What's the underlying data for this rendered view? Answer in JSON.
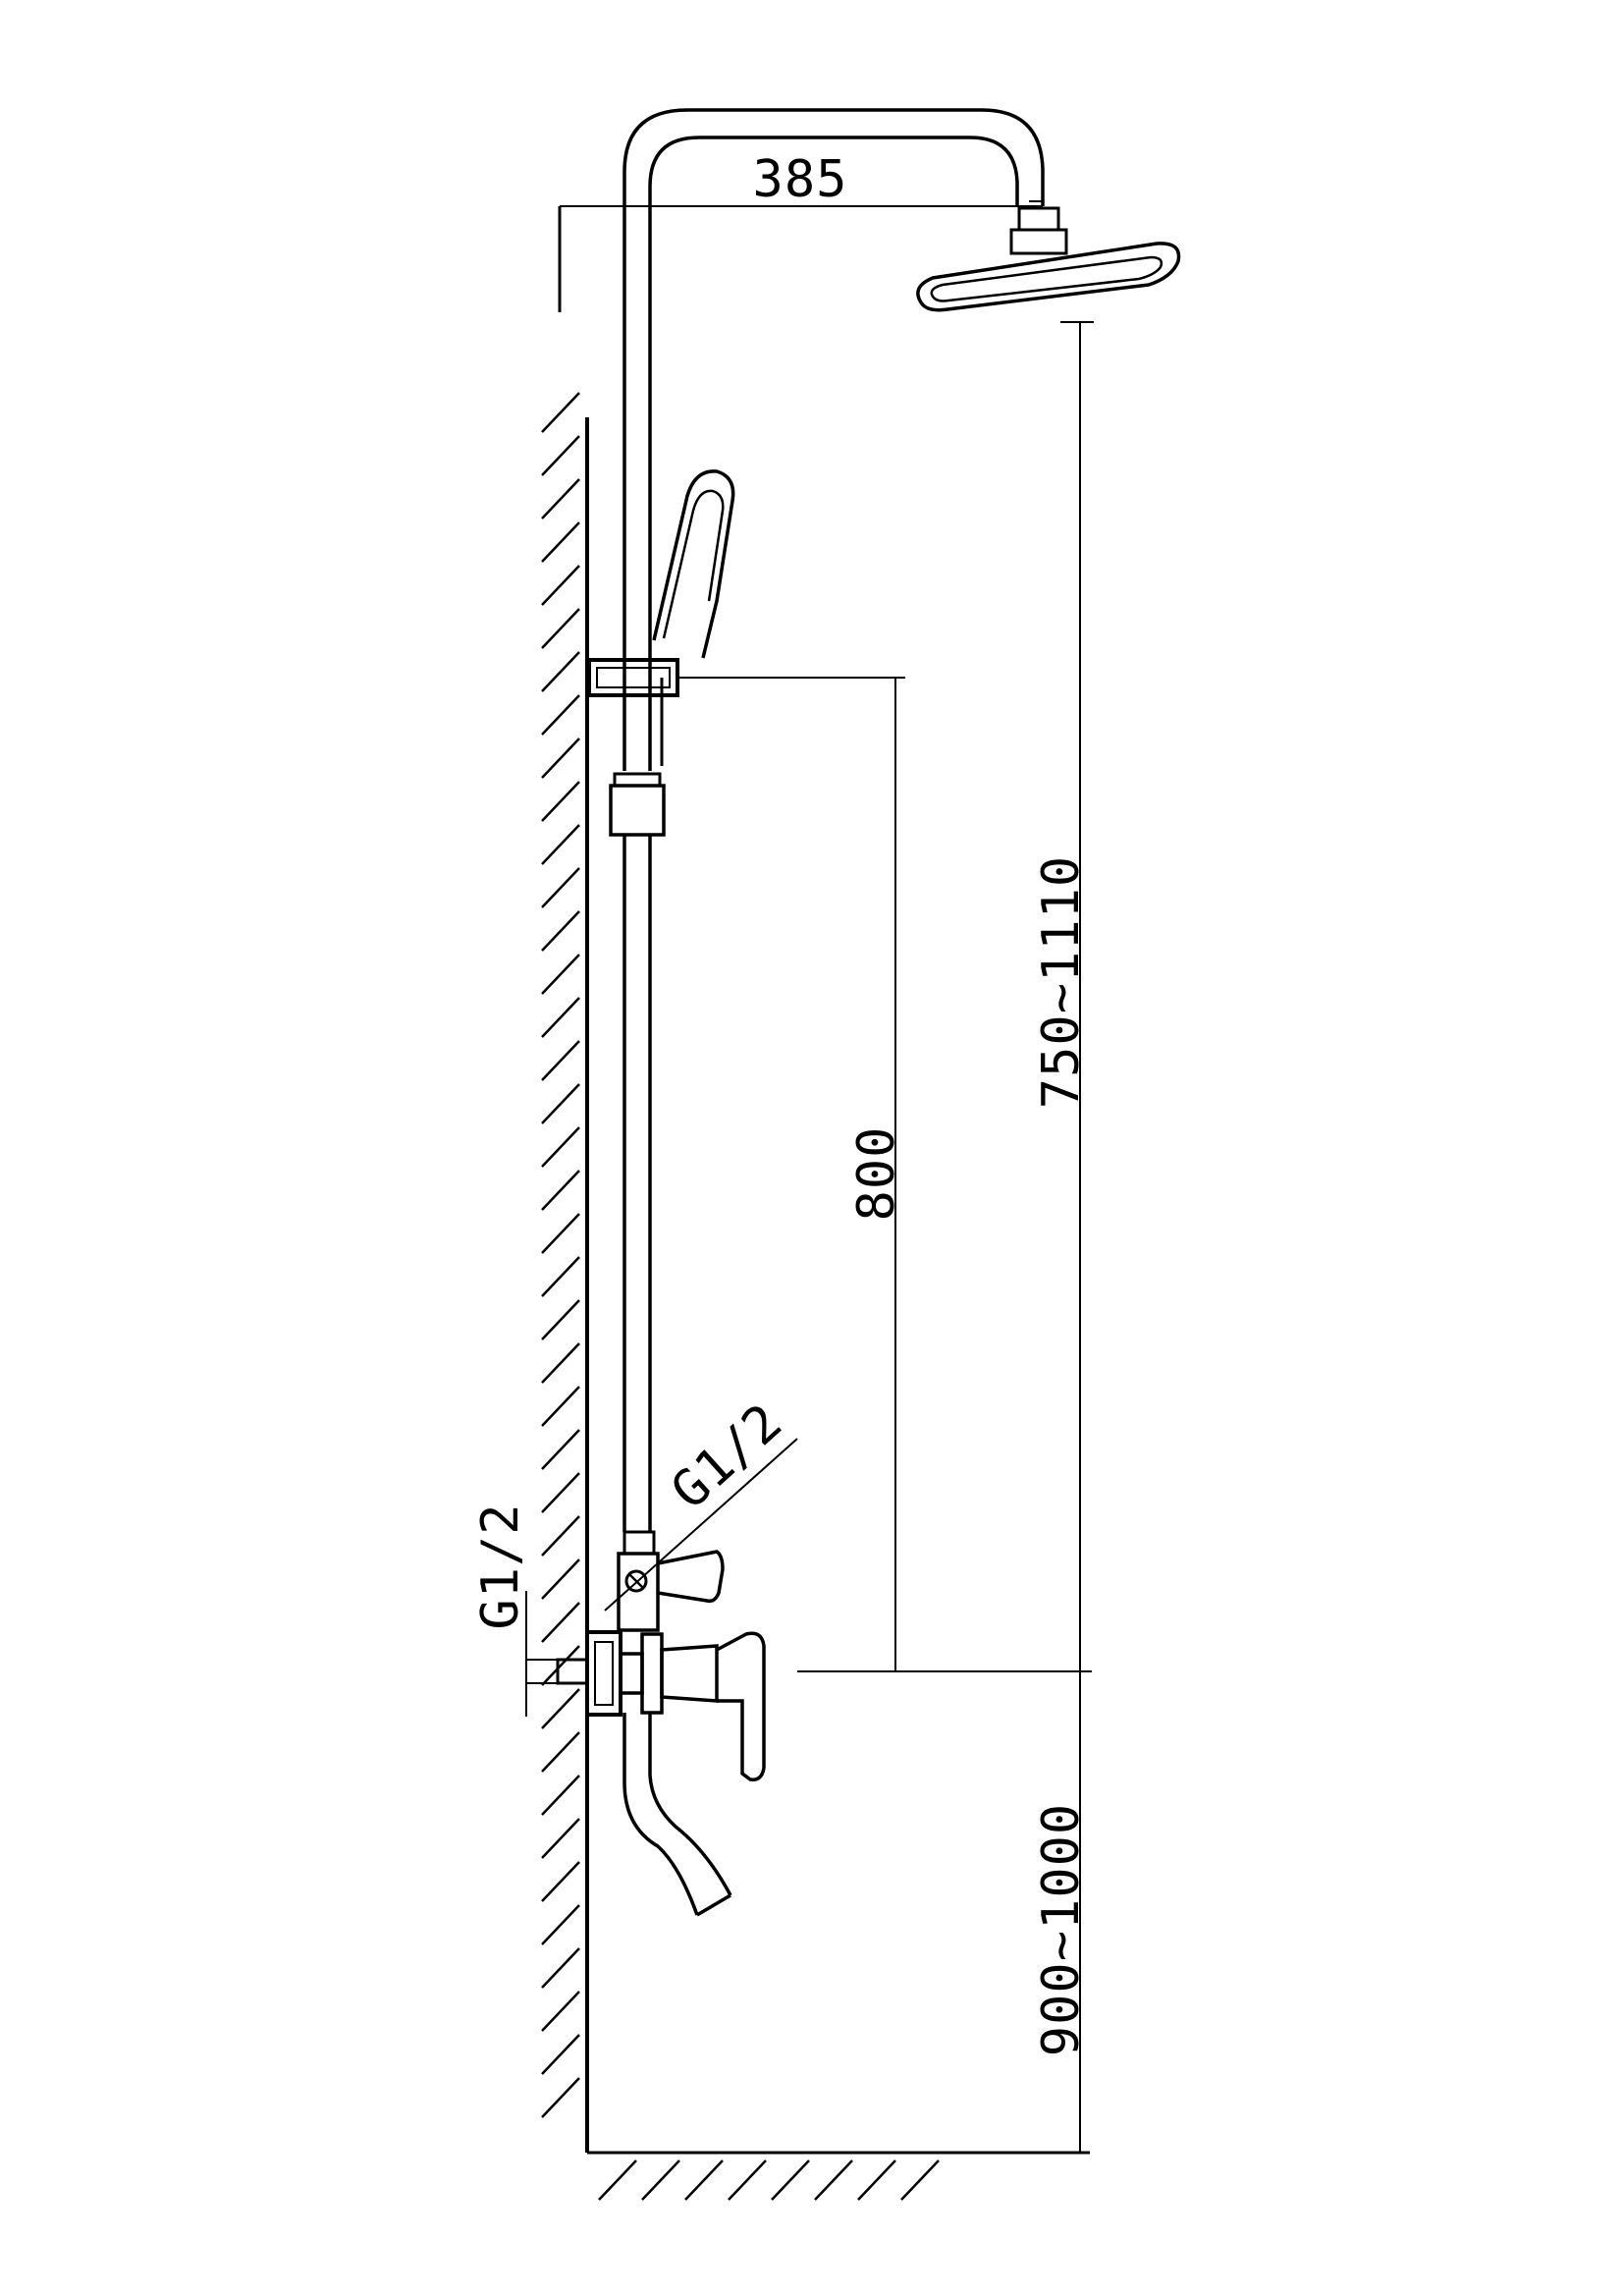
{
  "diagram": {
    "dimensions": {
      "arm_length": "385",
      "head_height": "750~1110",
      "slide_height": "800",
      "mixer_height": "900~1000",
      "wall_inlet": "G1/2",
      "shower_outlet": "G1/2"
    },
    "colors": {
      "line": "#000000",
      "background": "#ffffff"
    }
  }
}
